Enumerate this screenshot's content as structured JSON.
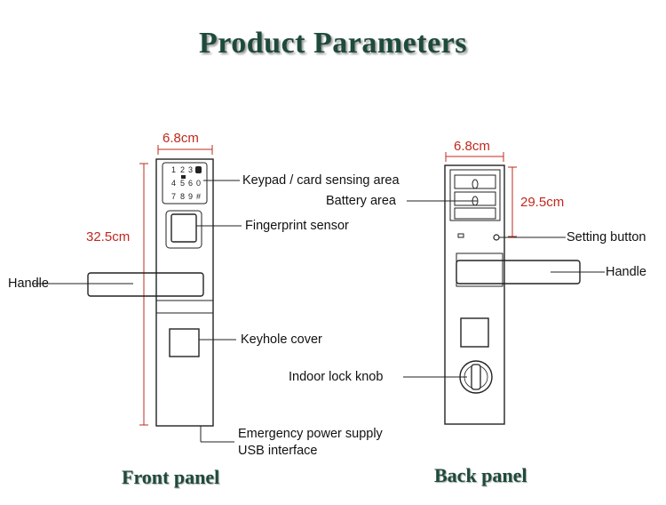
{
  "title": "Product Parameters",
  "front": {
    "panel_title": "Front panel",
    "width_label": "6.8cm",
    "height_label": "32.5cm",
    "labels": {
      "keypad": "Keypad / card sensing area",
      "fingerprint": "Fingerprint sensor",
      "handle": "Handle",
      "keyhole": "Keyhole cover",
      "emergency_line1": "Emergency power supply",
      "emergency_line2": "USB interface"
    },
    "keypad_keys": [
      "1",
      "2",
      "3",
      "4",
      "5",
      "6",
      "0",
      "7",
      "8",
      "9",
      "#"
    ]
  },
  "back": {
    "panel_title": "Back panel",
    "width_label": "6.8cm",
    "height_label": "29.5cm",
    "labels": {
      "battery": "Battery area",
      "setting": "Setting button",
      "handle": "Handle",
      "knob": "Indoor lock knob"
    }
  }
}
